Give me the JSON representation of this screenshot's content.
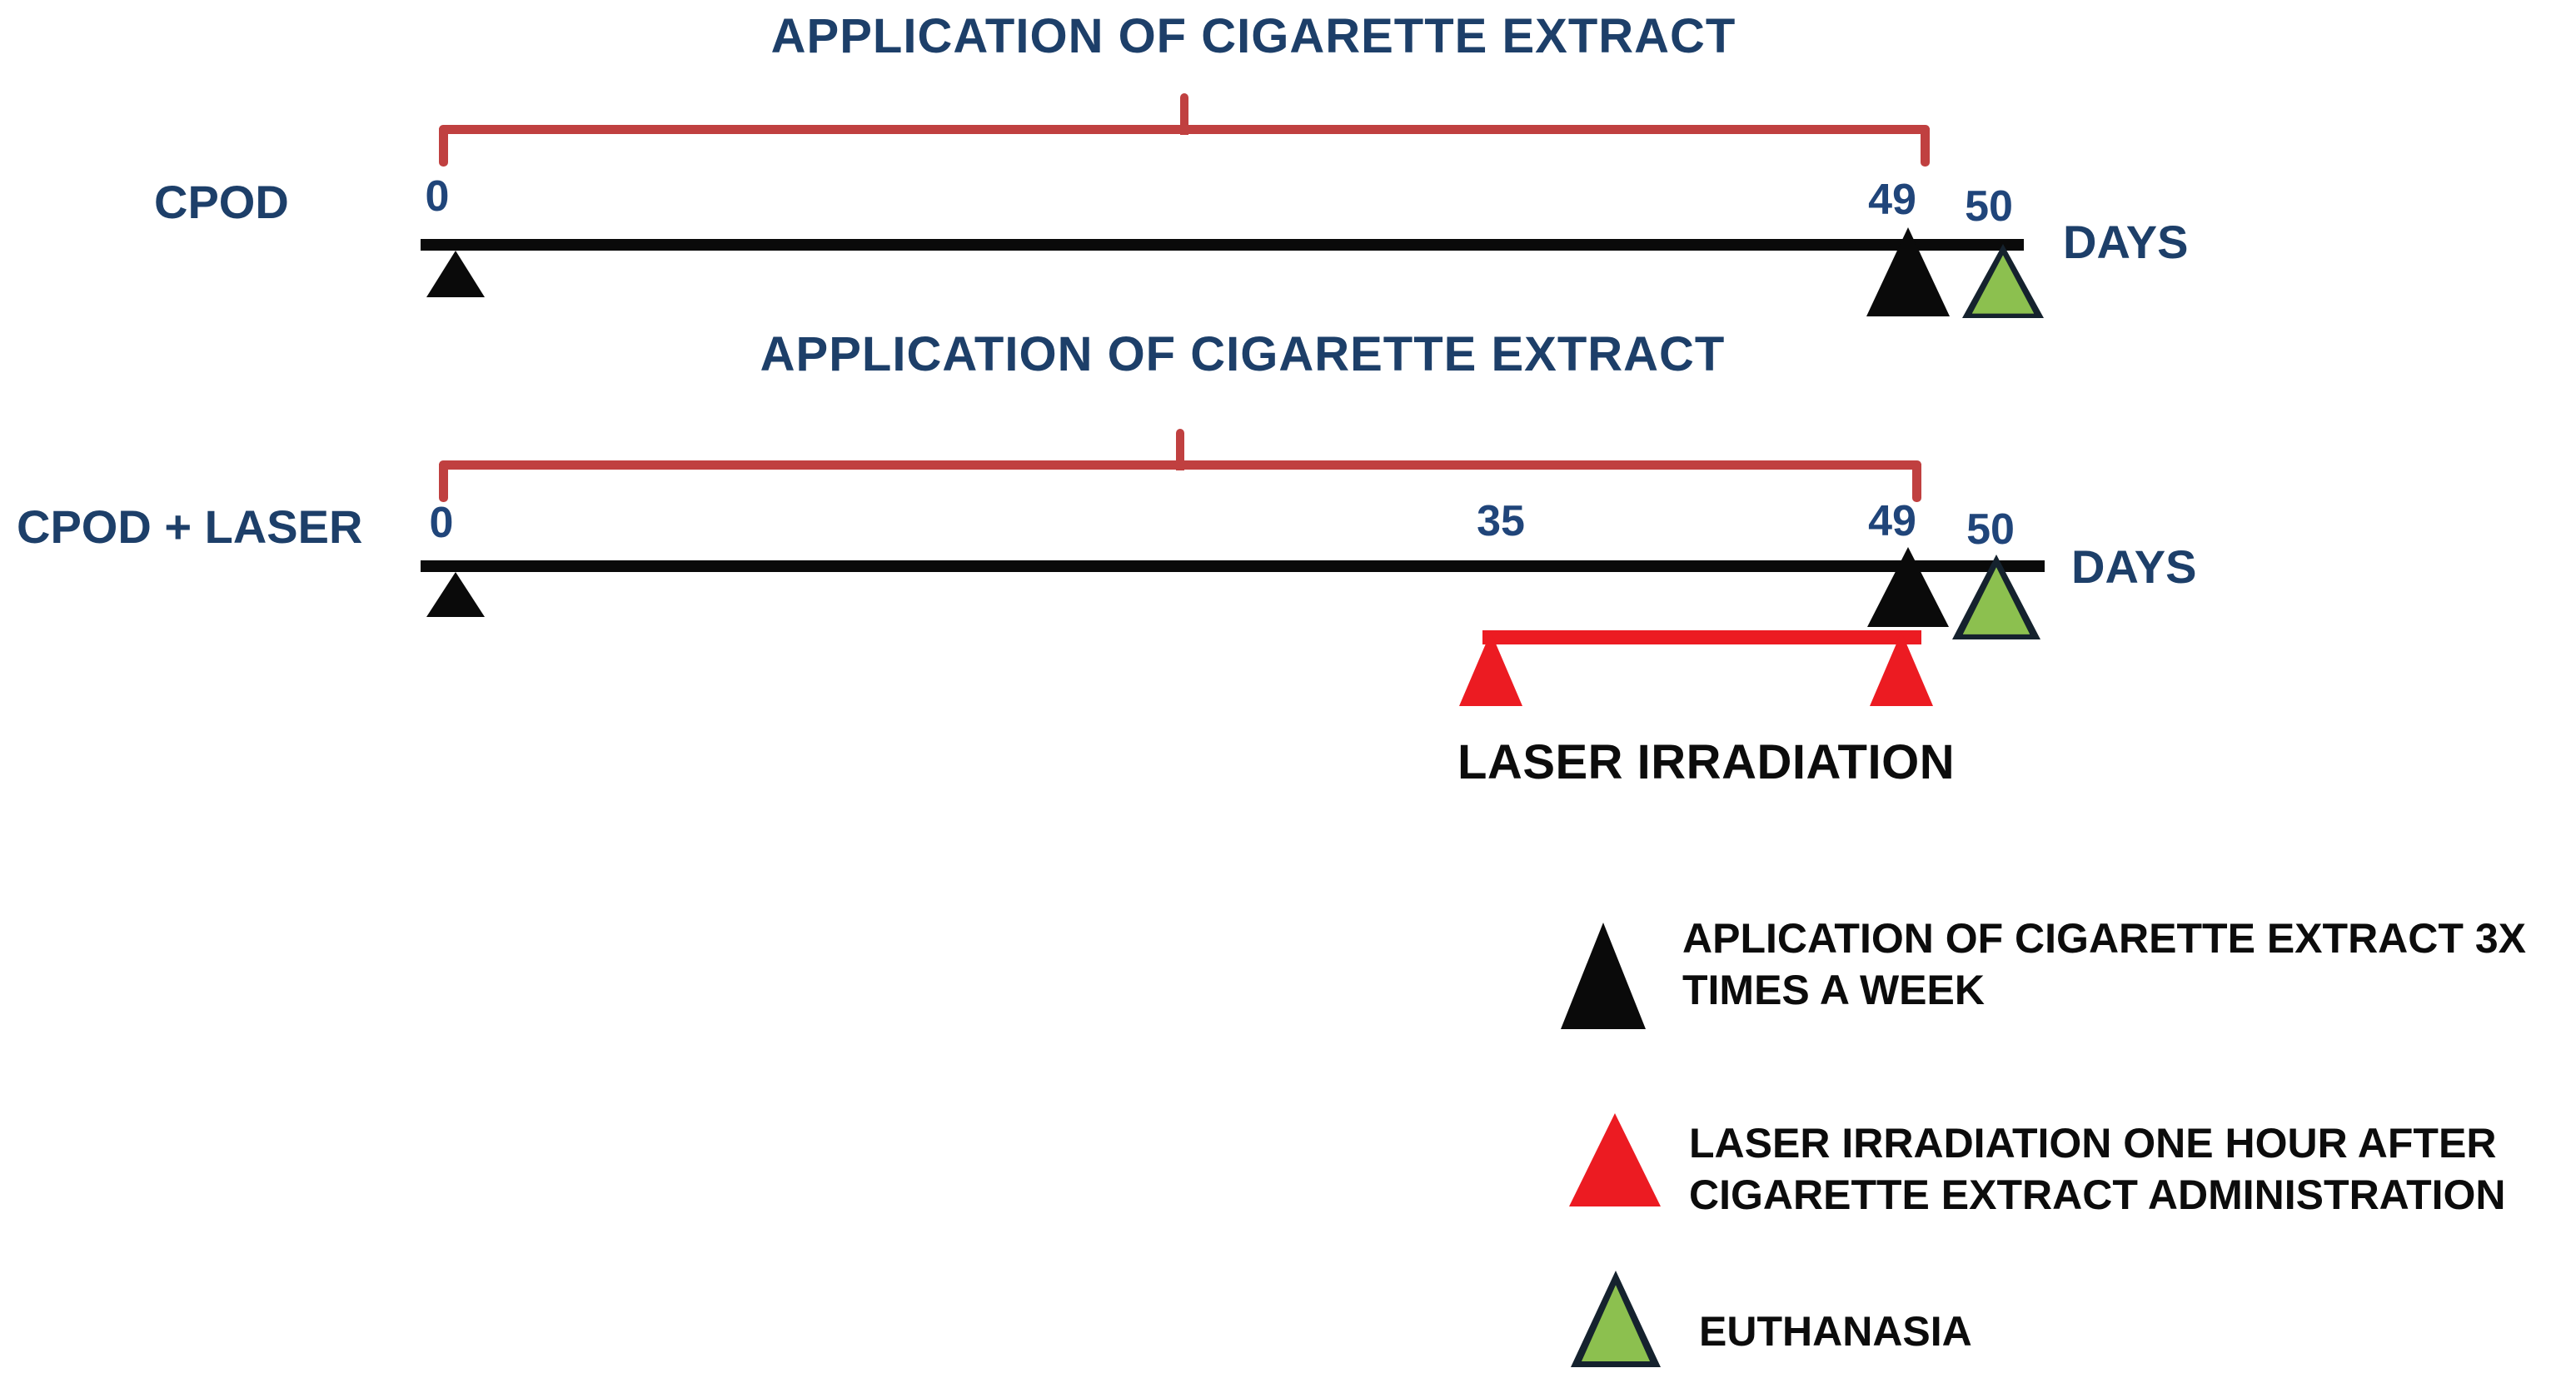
{
  "colors": {
    "navy_text": "#1d3f69",
    "tick_blue": "#20457a",
    "bracket_red": "#c04040",
    "laser_red": "#ec1b22",
    "marker_black": "#0a0a0a",
    "euthanasia_green": "#8cc04f",
    "triangle_border": "#15222e"
  },
  "figure": {
    "rows": [
      {
        "group_label": "CPOD",
        "title": "APPLICATION OF CIGARETTE EXTRACT",
        "ticks": [
          "0",
          "49",
          "50"
        ],
        "days_label": "DAYS"
      },
      {
        "group_label": "CPOD + LASER",
        "title": "APPLICATION OF CIGARETTE EXTRACT",
        "ticks": [
          "0",
          "35",
          "49",
          "50"
        ],
        "days_label": "DAYS",
        "laser_label": "LASER IRRADIATION"
      }
    ],
    "legend": [
      {
        "icon": "black-triangle",
        "lines": [
          "APLICATION OF CIGARETTE EXTRACT 3X",
          "TIMES A WEEK"
        ]
      },
      {
        "icon": "red-triangle",
        "lines": [
          "LASER IRRADIATION ONE HOUR AFTER",
          "CIGARETTE EXTRACT ADMINISTRATION"
        ]
      },
      {
        "icon": "green-triangle",
        "lines": [
          "EUTHANASIA"
        ]
      }
    ]
  }
}
